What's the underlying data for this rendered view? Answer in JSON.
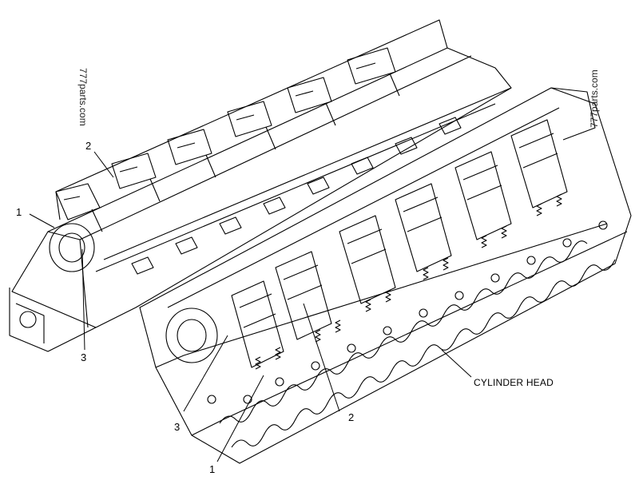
{
  "diagram": {
    "main_label": "CYLINDER HEAD",
    "callouts": {
      "upper_1": "1",
      "upper_2": "2",
      "upper_3": "3",
      "lower_1": "1",
      "lower_2": "2",
      "lower_3": "3"
    },
    "watermarks": [
      "777parts.com",
      "777parts.com"
    ]
  }
}
